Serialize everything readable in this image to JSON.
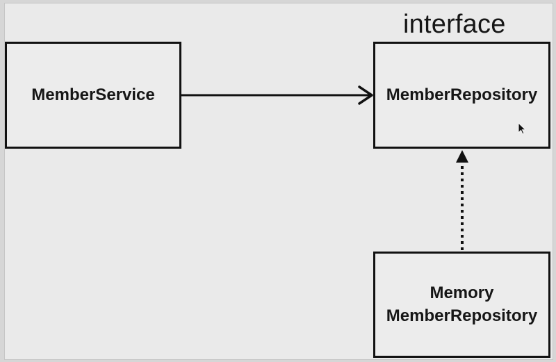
{
  "diagram": {
    "stereotype_label": "interface",
    "nodes": {
      "member_service": {
        "label": "MemberService"
      },
      "member_repository": {
        "label": "MemberRepository"
      },
      "memory_member_repository": {
        "line1": "Memory",
        "line2": "MemberRepository"
      }
    },
    "edges": [
      {
        "from": "member_service",
        "to": "member_repository",
        "style": "solid",
        "head": "open-arrow"
      },
      {
        "from": "memory_member_repository",
        "to": "member_repository",
        "style": "dotted",
        "head": "filled-arrow"
      }
    ]
  }
}
